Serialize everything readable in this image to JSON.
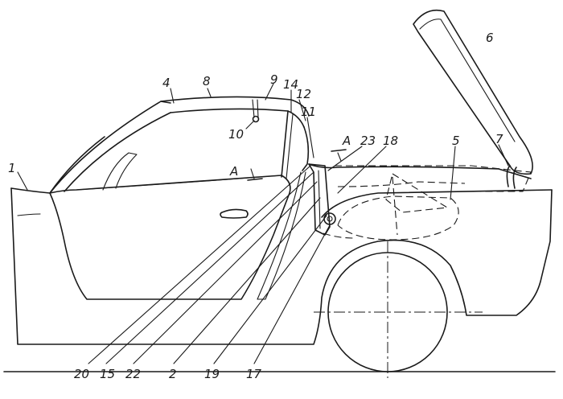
{
  "labels": {
    "l1": "1",
    "l4": "4",
    "l8": "8",
    "l9": "9",
    "l10": "10",
    "l14": "14",
    "l12": "12",
    "l11": "11",
    "lA1": "A",
    "lA2": "A",
    "l23": "23",
    "l18": "18",
    "l5": "5",
    "l6": "6",
    "l7": "7",
    "l20": "20",
    "l15": "15",
    "l22": "22",
    "l2": "2",
    "l19": "19",
    "l17": "17"
  }
}
